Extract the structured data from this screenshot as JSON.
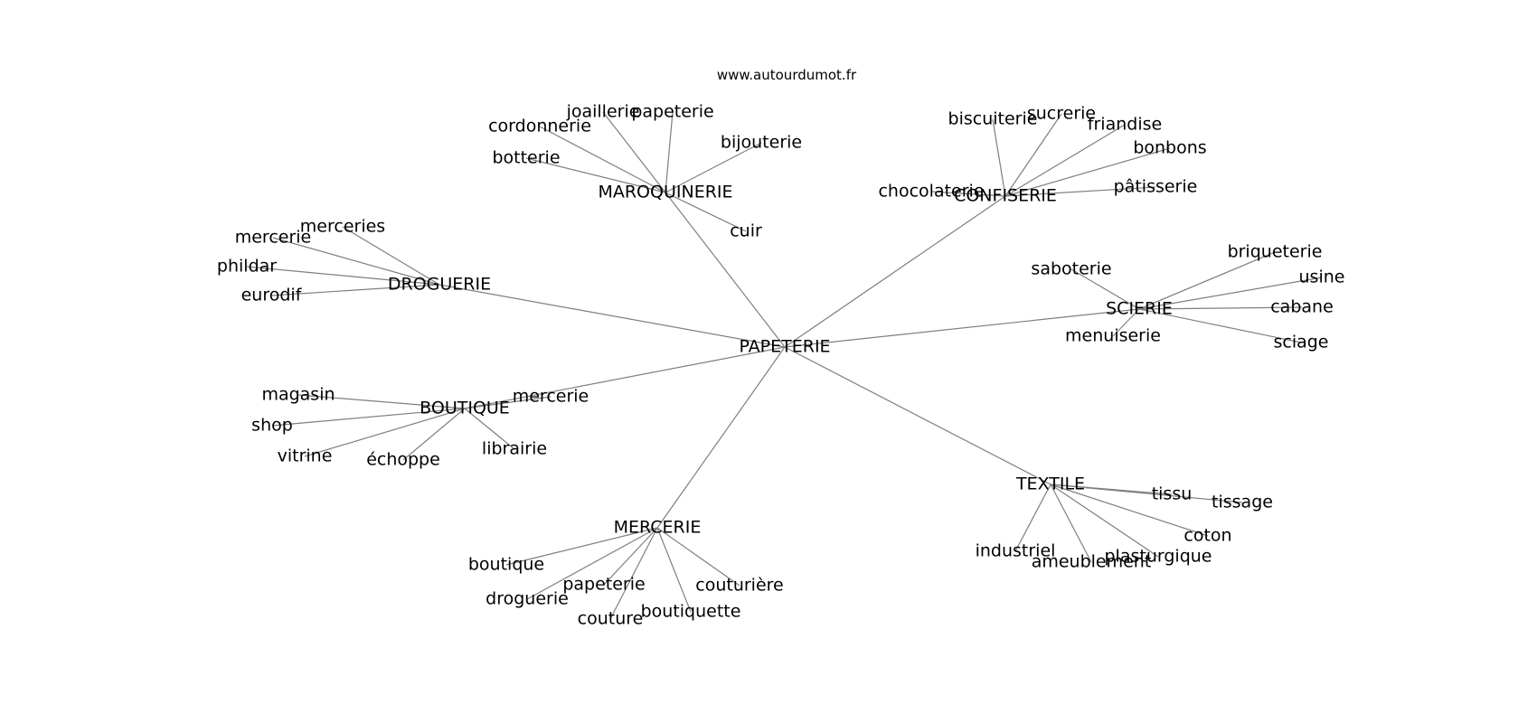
{
  "watermark": "www.autourdumot.fr",
  "colors": {
    "edge": "#7f7f7f",
    "text": "#000000",
    "background": "#ffffff"
  },
  "graph": {
    "nodes": [
      {
        "id": "papeterie-center",
        "label": "PAPETERIE"
      },
      {
        "id": "maroquinerie",
        "label": "MAROQUINERIE"
      },
      {
        "id": "confiserie",
        "label": "CONFISERIE"
      },
      {
        "id": "droguerie",
        "label": "DROGUERIE"
      },
      {
        "id": "scierie",
        "label": "SCIERIE"
      },
      {
        "id": "boutique-hub",
        "label": "BOUTIQUE"
      },
      {
        "id": "mercerie-hub",
        "label": "MERCERIE"
      },
      {
        "id": "textile",
        "label": "TEXTILE"
      },
      {
        "id": "joaillerie",
        "label": "joaillerie"
      },
      {
        "id": "papeterie-leaf",
        "label": "papeterie"
      },
      {
        "id": "cordonnerie",
        "label": "cordonnerie"
      },
      {
        "id": "bijouterie",
        "label": "bijouterie"
      },
      {
        "id": "botterie",
        "label": "botterie"
      },
      {
        "id": "cuir",
        "label": "cuir"
      },
      {
        "id": "biscuiterie",
        "label": "biscuiterie"
      },
      {
        "id": "sucrerie",
        "label": "sucrerie"
      },
      {
        "id": "friandise",
        "label": "friandise"
      },
      {
        "id": "bonbons",
        "label": "bonbons"
      },
      {
        "id": "patisserie",
        "label": "pâtisserie"
      },
      {
        "id": "chocolaterie",
        "label": "chocolaterie"
      },
      {
        "id": "merceries",
        "label": "merceries"
      },
      {
        "id": "mercerie-drog",
        "label": "mercerie"
      },
      {
        "id": "phildar",
        "label": "phildar"
      },
      {
        "id": "eurodif",
        "label": "eurodif"
      },
      {
        "id": "briqueterie",
        "label": "briqueterie"
      },
      {
        "id": "saboterie",
        "label": "saboterie"
      },
      {
        "id": "usine",
        "label": "usine"
      },
      {
        "id": "cabane",
        "label": "cabane"
      },
      {
        "id": "menuiserie",
        "label": "menuiserie"
      },
      {
        "id": "sciage",
        "label": "sciage"
      },
      {
        "id": "magasin",
        "label": "magasin"
      },
      {
        "id": "shop",
        "label": "shop"
      },
      {
        "id": "vitrine",
        "label": "vitrine"
      },
      {
        "id": "echoppe",
        "label": "échoppe"
      },
      {
        "id": "librairie",
        "label": "librairie"
      },
      {
        "id": "mercerie-bout",
        "label": "mercerie"
      },
      {
        "id": "boutique-leaf",
        "label": "boutique"
      },
      {
        "id": "droguerie-leaf",
        "label": "droguerie"
      },
      {
        "id": "papeterie-merc",
        "label": "papeterie"
      },
      {
        "id": "couture",
        "label": "couture"
      },
      {
        "id": "boutiquette",
        "label": "boutiquette"
      },
      {
        "id": "couturiere",
        "label": "couturière"
      },
      {
        "id": "tissu",
        "label": "tissu"
      },
      {
        "id": "tissage",
        "label": "tissage"
      },
      {
        "id": "coton",
        "label": "coton"
      },
      {
        "id": "industriel",
        "label": "industriel"
      },
      {
        "id": "ameublement",
        "label": "ameublement"
      },
      {
        "id": "plasturgique",
        "label": "plasturgique"
      }
    ],
    "edges": [
      [
        "papeterie-center",
        "maroquinerie"
      ],
      [
        "papeterie-center",
        "confiserie"
      ],
      [
        "papeterie-center",
        "droguerie"
      ],
      [
        "papeterie-center",
        "scierie"
      ],
      [
        "papeterie-center",
        "boutique-hub"
      ],
      [
        "papeterie-center",
        "mercerie-hub"
      ],
      [
        "papeterie-center",
        "textile"
      ],
      [
        "maroquinerie",
        "joaillerie"
      ],
      [
        "maroquinerie",
        "papeterie-leaf"
      ],
      [
        "maroquinerie",
        "cordonnerie"
      ],
      [
        "maroquinerie",
        "bijouterie"
      ],
      [
        "maroquinerie",
        "botterie"
      ],
      [
        "maroquinerie",
        "cuir"
      ],
      [
        "confiserie",
        "biscuiterie"
      ],
      [
        "confiserie",
        "sucrerie"
      ],
      [
        "confiserie",
        "friandise"
      ],
      [
        "confiserie",
        "bonbons"
      ],
      [
        "confiserie",
        "patisserie"
      ],
      [
        "confiserie",
        "chocolaterie"
      ],
      [
        "droguerie",
        "merceries"
      ],
      [
        "droguerie",
        "mercerie-drog"
      ],
      [
        "droguerie",
        "phildar"
      ],
      [
        "droguerie",
        "eurodif"
      ],
      [
        "scierie",
        "briqueterie"
      ],
      [
        "scierie",
        "saboterie"
      ],
      [
        "scierie",
        "usine"
      ],
      [
        "scierie",
        "cabane"
      ],
      [
        "scierie",
        "menuiserie"
      ],
      [
        "scierie",
        "sciage"
      ],
      [
        "boutique-hub",
        "magasin"
      ],
      [
        "boutique-hub",
        "shop"
      ],
      [
        "boutique-hub",
        "vitrine"
      ],
      [
        "boutique-hub",
        "echoppe"
      ],
      [
        "boutique-hub",
        "librairie"
      ],
      [
        "boutique-hub",
        "mercerie-bout"
      ],
      [
        "mercerie-hub",
        "boutique-leaf"
      ],
      [
        "mercerie-hub",
        "droguerie-leaf"
      ],
      [
        "mercerie-hub",
        "papeterie-merc"
      ],
      [
        "mercerie-hub",
        "couture"
      ],
      [
        "mercerie-hub",
        "boutiquette"
      ],
      [
        "mercerie-hub",
        "couturiere"
      ],
      [
        "textile",
        "tissu"
      ],
      [
        "textile",
        "tissage"
      ],
      [
        "textile",
        "coton"
      ],
      [
        "textile",
        "industriel"
      ],
      [
        "textile",
        "ameublement"
      ],
      [
        "textile",
        "plasturgique"
      ]
    ]
  }
}
